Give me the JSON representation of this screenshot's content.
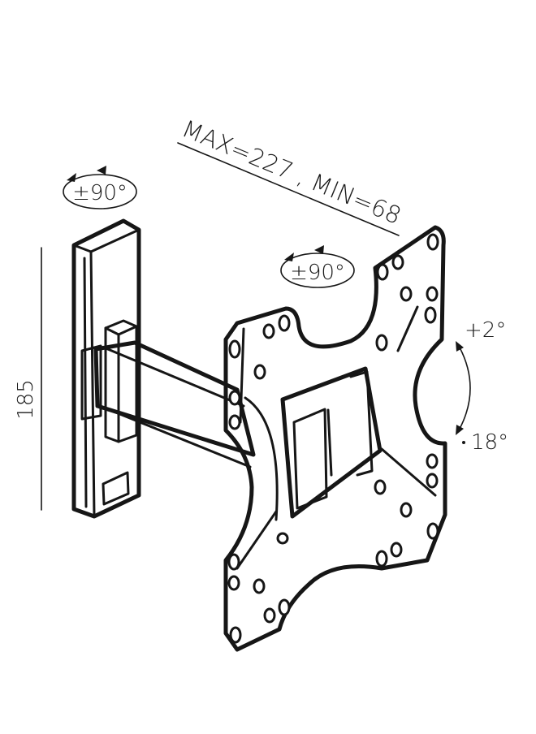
{
  "diagram": {
    "height_label": "185",
    "extension_label": "MAX=227 , MIN=68",
    "wall_swivel_label": "±90°",
    "plate_rotate_label": "±90°",
    "tilt_up_label": "+2°",
    "tilt_down_label": "18°",
    "colors": {
      "line": "#161616",
      "background": "#ffffff",
      "text": "#1a1a1a"
    }
  }
}
